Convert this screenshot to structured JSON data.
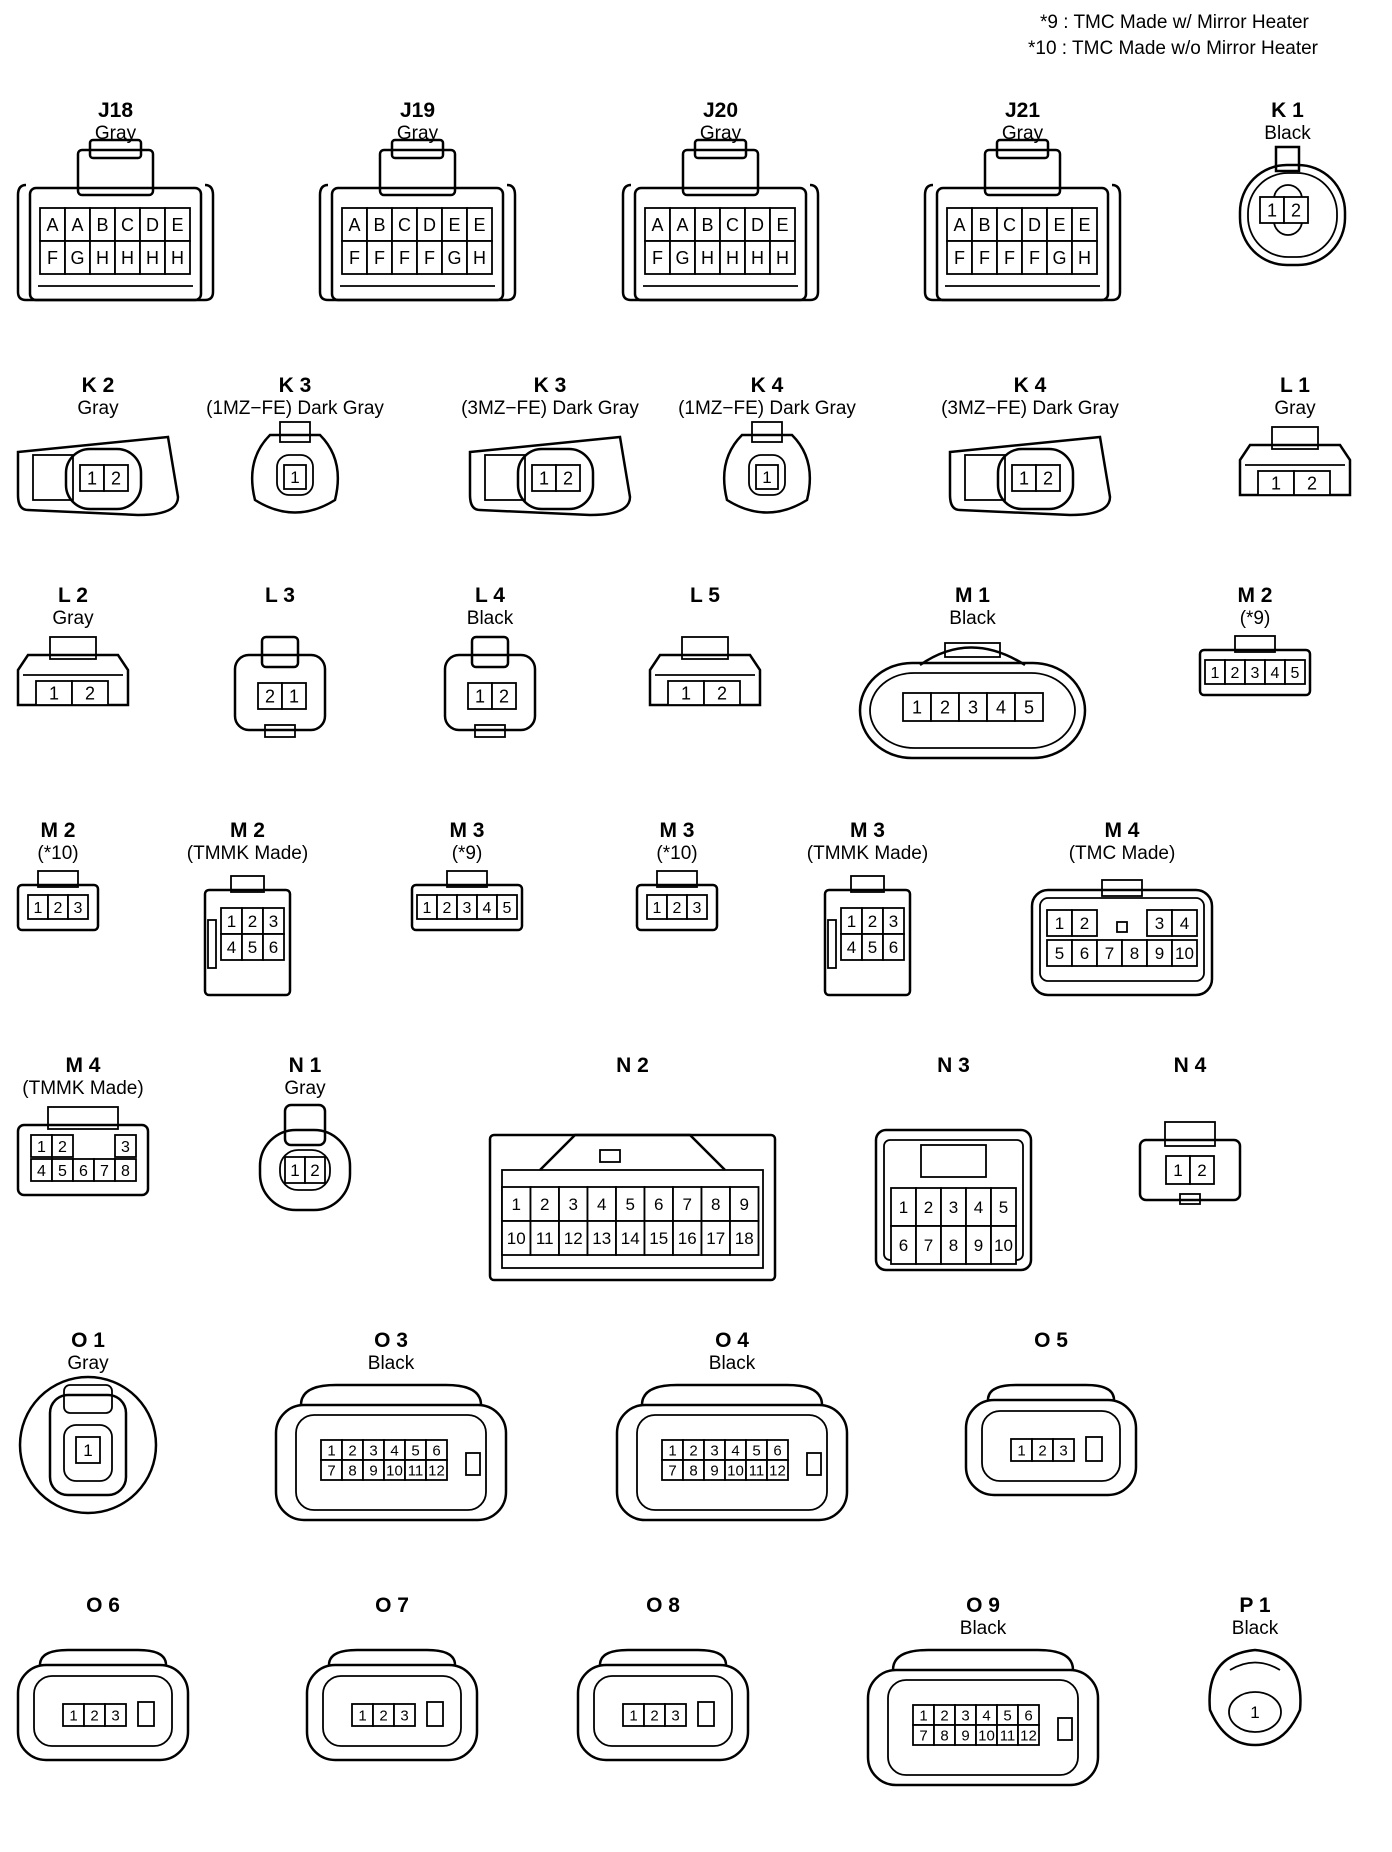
{
  "legend": {
    "note9": "*9 : TMC Made w/ Mirror Heater",
    "note10": "*10 : TMC Made w/o Mirror Heater"
  },
  "connectors": [
    {
      "code": "J18",
      "sub": "Gray",
      "shape": "big12",
      "rows": [
        [
          "A",
          "A",
          "B",
          "C",
          "D",
          "E"
        ],
        [
          "F",
          "G",
          "H",
          "H",
          "H",
          "H"
        ]
      ]
    },
    {
      "code": "J19",
      "sub": "Gray",
      "shape": "big12",
      "rows": [
        [
          "A",
          "B",
          "C",
          "D",
          "E",
          "E"
        ],
        [
          "F",
          "F",
          "F",
          "F",
          "G",
          "H"
        ]
      ]
    },
    {
      "code": "J20",
      "sub": "Gray",
      "shape": "big12",
      "rows": [
        [
          "A",
          "A",
          "B",
          "C",
          "D",
          "E"
        ],
        [
          "F",
          "G",
          "H",
          "H",
          "H",
          "H"
        ]
      ]
    },
    {
      "code": "J21",
      "sub": "Gray",
      "shape": "big12",
      "rows": [
        [
          "A",
          "B",
          "C",
          "D",
          "E",
          "E"
        ],
        [
          "F",
          "F",
          "F",
          "F",
          "G",
          "H"
        ]
      ]
    },
    {
      "code": "K 1",
      "sub": "Black",
      "shape": "oval2",
      "rows": [
        [
          "1",
          "2"
        ]
      ]
    },
    {
      "code": "K 2",
      "sub": "Gray",
      "shape": "wide2",
      "rows": [
        [
          "1",
          "2"
        ]
      ]
    },
    {
      "code": "K 3",
      "sub": "(1MZ−FE)  Dark Gray",
      "shape": "bell1",
      "rows": [
        [
          "1"
        ]
      ]
    },
    {
      "code": "K 3",
      "sub": "(3MZ−FE)  Dark Gray",
      "shape": "wide2",
      "rows": [
        [
          "1",
          "2"
        ]
      ]
    },
    {
      "code": "K 4",
      "sub": "(1MZ−FE)  Dark Gray",
      "shape": "bell1",
      "rows": [
        [
          "1"
        ]
      ]
    },
    {
      "code": "K 4",
      "sub": "(3MZ−FE)  Dark Gray",
      "shape": "wide2",
      "rows": [
        [
          "1",
          "2"
        ]
      ]
    },
    {
      "code": "L 1",
      "sub": "Gray",
      "shape": "clip2",
      "rows": [
        [
          "1",
          "2"
        ]
      ]
    },
    {
      "code": "L 2",
      "sub": "Gray",
      "shape": "clip2",
      "rows": [
        [
          "1",
          "2"
        ]
      ]
    },
    {
      "code": "L 3",
      "sub": "",
      "shape": "box21",
      "rows": [
        [
          "2",
          "1"
        ]
      ]
    },
    {
      "code": "L 4",
      "sub": "Black",
      "shape": "box2",
      "rows": [
        [
          "1",
          "2"
        ]
      ]
    },
    {
      "code": "L 5",
      "sub": "",
      "shape": "clip2",
      "rows": [
        [
          "1",
          "2"
        ]
      ]
    },
    {
      "code": "M 1",
      "sub": "Black",
      "shape": "oval5",
      "rows": [
        [
          "1",
          "2",
          "3",
          "4",
          "5"
        ]
      ]
    },
    {
      "code": "M 2",
      "sub": "(*9)",
      "shape": "flat5",
      "rows": [
        [
          "1",
          "2",
          "3",
          "4",
          "5"
        ]
      ]
    },
    {
      "code": "M 2",
      "sub": "(*10)",
      "shape": "flat3",
      "rows": [
        [
          "1",
          "2",
          "3"
        ]
      ]
    },
    {
      "code": "M 2",
      "sub": "(TMMK Made)",
      "shape": "tall6",
      "rows": [
        [
          "1",
          "2",
          "3"
        ],
        [
          "4",
          "5",
          "6"
        ]
      ]
    },
    {
      "code": "M 3",
      "sub": "(*9)",
      "shape": "flat5",
      "rows": [
        [
          "1",
          "2",
          "3",
          "4",
          "5"
        ]
      ]
    },
    {
      "code": "M 3",
      "sub": "(*10)",
      "shape": "flat3",
      "rows": [
        [
          "1",
          "2",
          "3"
        ]
      ]
    },
    {
      "code": "M 3",
      "sub": "(TMMK Made)",
      "shape": "tall6",
      "rows": [
        [
          "1",
          "2",
          "3"
        ],
        [
          "4",
          "5",
          "6"
        ]
      ]
    },
    {
      "code": "M 4",
      "sub": "(TMC Made)",
      "shape": "m4tmc",
      "rows": [
        [
          "1",
          "2",
          "3",
          "4"
        ],
        [
          "5",
          "6",
          "7",
          "8",
          "9",
          "10"
        ]
      ]
    },
    {
      "code": "M 4",
      "sub": "(TMMK Made)",
      "shape": "m4tmmk",
      "rows": [
        [
          "1",
          "2",
          "3"
        ],
        [
          "4",
          "5",
          "6",
          "7",
          "8"
        ]
      ]
    },
    {
      "code": "N 1",
      "sub": "Gray",
      "shape": "round2",
      "rows": [
        [
          "1",
          "2"
        ]
      ]
    },
    {
      "code": "N 2",
      "sub": "",
      "shape": "n2",
      "rows": [
        [
          "1",
          "2",
          "3",
          "4",
          "5",
          "6",
          "7",
          "8",
          "9"
        ],
        [
          "10",
          "11",
          "12",
          "13",
          "14",
          "15",
          "16",
          "17",
          "18"
        ]
      ]
    },
    {
      "code": "N 3",
      "sub": "",
      "shape": "n3",
      "rows": [
        [
          "1",
          "2",
          "3",
          "4",
          "5"
        ],
        [
          "6",
          "7",
          "8",
          "9",
          "10"
        ]
      ]
    },
    {
      "code": "N 4",
      "sub": "",
      "shape": "n4",
      "rows": [
        [
          "1",
          "2"
        ]
      ]
    },
    {
      "code": "O 1",
      "sub": "Gray",
      "shape": "circle1",
      "rows": [
        [
          "1"
        ]
      ]
    },
    {
      "code": "O 3",
      "sub": "Black",
      "shape": "o12",
      "rows": [
        [
          "1",
          "2",
          "3",
          "4",
          "5",
          "6"
        ],
        [
          "7",
          "8",
          "9",
          "10",
          "11",
          "12"
        ]
      ]
    },
    {
      "code": "O 4",
      "sub": "Black",
      "shape": "o12",
      "rows": [
        [
          "1",
          "2",
          "3",
          "4",
          "5",
          "6"
        ],
        [
          "7",
          "8",
          "9",
          "10",
          "11",
          "12"
        ]
      ]
    },
    {
      "code": "O 5",
      "sub": "",
      "shape": "o3",
      "rows": [
        [
          "1",
          "2",
          "3"
        ]
      ]
    },
    {
      "code": "O 6",
      "sub": "",
      "shape": "o3",
      "rows": [
        [
          "1",
          "2",
          "3"
        ]
      ]
    },
    {
      "code": "O 7",
      "sub": "",
      "shape": "o3",
      "rows": [
        [
          "1",
          "2",
          "3"
        ]
      ]
    },
    {
      "code": "O 8",
      "sub": "",
      "shape": "o3",
      "rows": [
        [
          "1",
          "2",
          "3"
        ]
      ]
    },
    {
      "code": "O 9",
      "sub": "Black",
      "shape": "o12",
      "rows": [
        [
          "1",
          "2",
          "3",
          "4",
          "5",
          "6"
        ],
        [
          "7",
          "8",
          "9",
          "10",
          "11",
          "12"
        ]
      ]
    },
    {
      "code": "P 1",
      "sub": "Black",
      "shape": "p1",
      "rows": [
        [
          "1"
        ]
      ]
    }
  ]
}
